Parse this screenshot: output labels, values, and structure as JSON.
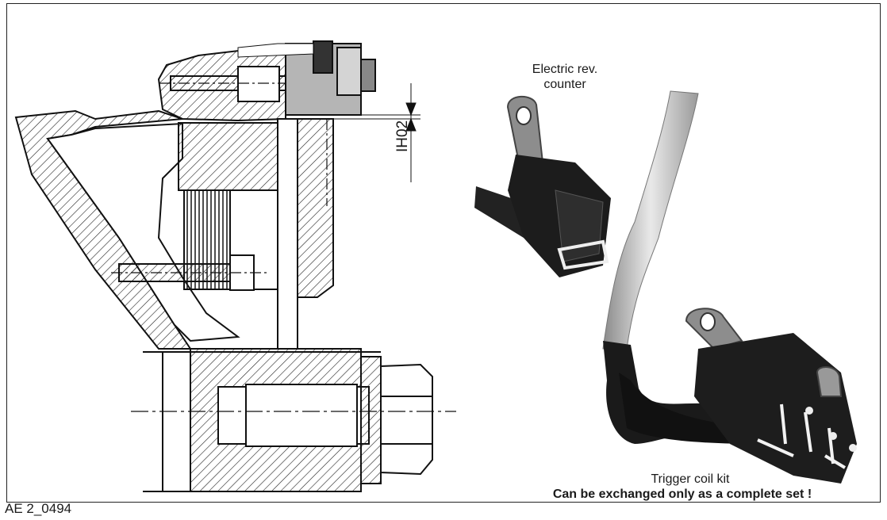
{
  "diagram": {
    "ref_code": "AE 2_0494",
    "dimension_label": "IH02",
    "labels": {
      "electric_rev_counter": "Electric rev.\ncounter",
      "trigger_coil_kit": "Trigger coil kit",
      "warning": "Can be exchanged only as a complete set !"
    }
  }
}
